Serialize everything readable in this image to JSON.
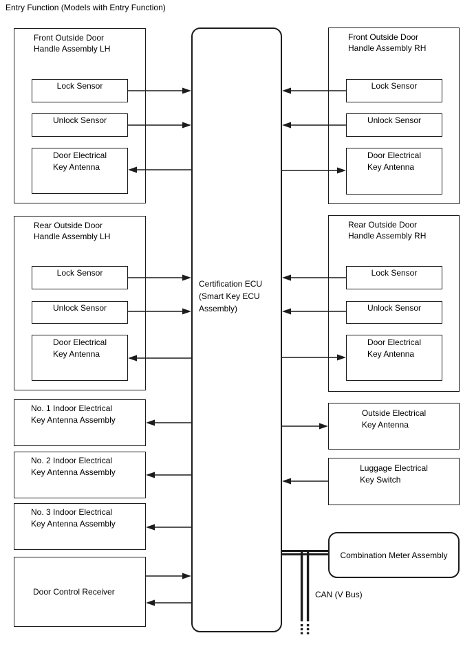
{
  "page": {
    "title": "Entry Function (Models with Entry Function)",
    "background_color": "#ffffff",
    "line_color": "#1c1c1c"
  },
  "ecu": {
    "name": "Certification ECU (Smart Key ECU Assembly)",
    "line1": "Certification ECU",
    "line2": "(Smart Key ECU",
    "line3": "Assembly)"
  },
  "handle_groups": [
    {
      "title1": "Front Outside Door",
      "title2": "Handle Assembly LH",
      "lock": "Lock Sensor",
      "unlock": "Unlock Sensor",
      "antenna1": "Door Electrical",
      "antenna2": "Key Antenna"
    },
    {
      "title1": "Front Outside Door",
      "title2": "Handle Assembly RH",
      "lock": "Lock Sensor",
      "unlock": "Unlock Sensor",
      "antenna1": "Door Electrical",
      "antenna2": "Key Antenna"
    },
    {
      "title1": "Rear Outside Door",
      "title2": "Handle Assembly LH",
      "lock": "Lock Sensor",
      "unlock": "Unlock Sensor",
      "antenna1": "Door Electrical",
      "antenna2": "Key Antenna"
    },
    {
      "title1": "Rear Outside Door",
      "title2": "Handle Assembly RH",
      "lock": "Lock Sensor",
      "unlock": "Unlock Sensor",
      "antenna1": "Door Electrical",
      "antenna2": "Key Antenna"
    }
  ],
  "indoor_antennas": [
    {
      "line1": "No. 1 Indoor Electrical",
      "line2": "Key Antenna Assembly"
    },
    {
      "line1": "No. 2 Indoor Electrical",
      "line2": "Key Antenna Assembly"
    },
    {
      "line1": "No. 3 Indoor Electrical",
      "line2": "Key Antenna Assembly"
    }
  ],
  "door_control_receiver": {
    "label": "Door Control Receiver"
  },
  "outside_antenna": {
    "line1": "Outside Electrical",
    "line2": "Key Antenna"
  },
  "luggage_switch": {
    "line1": "Luggage Electrical",
    "line2": "Key Switch"
  },
  "combination_meter": {
    "label": "Combination Meter Assembly"
  },
  "can_bus": {
    "label": "CAN (V Bus)",
    "style": "double-line-bus"
  },
  "connections": [
    {
      "from": "Front LH Lock Sensor",
      "to": "Certification ECU"
    },
    {
      "from": "Front LH Unlock Sensor",
      "to": "Certification ECU"
    },
    {
      "from": "Certification ECU",
      "to": "Front LH Door Electrical Key Antenna"
    },
    {
      "from": "Front RH Lock Sensor",
      "to": "Certification ECU"
    },
    {
      "from": "Front RH Unlock Sensor",
      "to": "Certification ECU"
    },
    {
      "from": "Certification ECU",
      "to": "Front RH Door Electrical Key Antenna"
    },
    {
      "from": "Rear LH Lock Sensor",
      "to": "Certification ECU"
    },
    {
      "from": "Rear LH Unlock Sensor",
      "to": "Certification ECU"
    },
    {
      "from": "Certification ECU",
      "to": "Rear LH Door Electrical Key Antenna"
    },
    {
      "from": "Rear RH Lock Sensor",
      "to": "Certification ECU"
    },
    {
      "from": "Rear RH Unlock Sensor",
      "to": "Certification ECU"
    },
    {
      "from": "Certification ECU",
      "to": "Rear RH Door Electrical Key Antenna"
    },
    {
      "from": "Certification ECU",
      "to": "No. 1 Indoor Electrical Key Antenna Assembly"
    },
    {
      "from": "Certification ECU",
      "to": "No. 2 Indoor Electrical Key Antenna Assembly"
    },
    {
      "from": "Certification ECU",
      "to": "No. 3 Indoor Electrical Key Antenna Assembly"
    },
    {
      "from": "Door Control Receiver",
      "to": "Certification ECU"
    },
    {
      "from": "Certification ECU",
      "to": "Door Control Receiver"
    },
    {
      "from": "Certification ECU",
      "to": "Outside Electrical Key Antenna"
    },
    {
      "from": "Luggage Electrical Key Switch",
      "to": "Certification ECU"
    },
    {
      "from": "Certification ECU",
      "to": "Combination Meter Assembly",
      "via": "CAN (V Bus)"
    }
  ]
}
